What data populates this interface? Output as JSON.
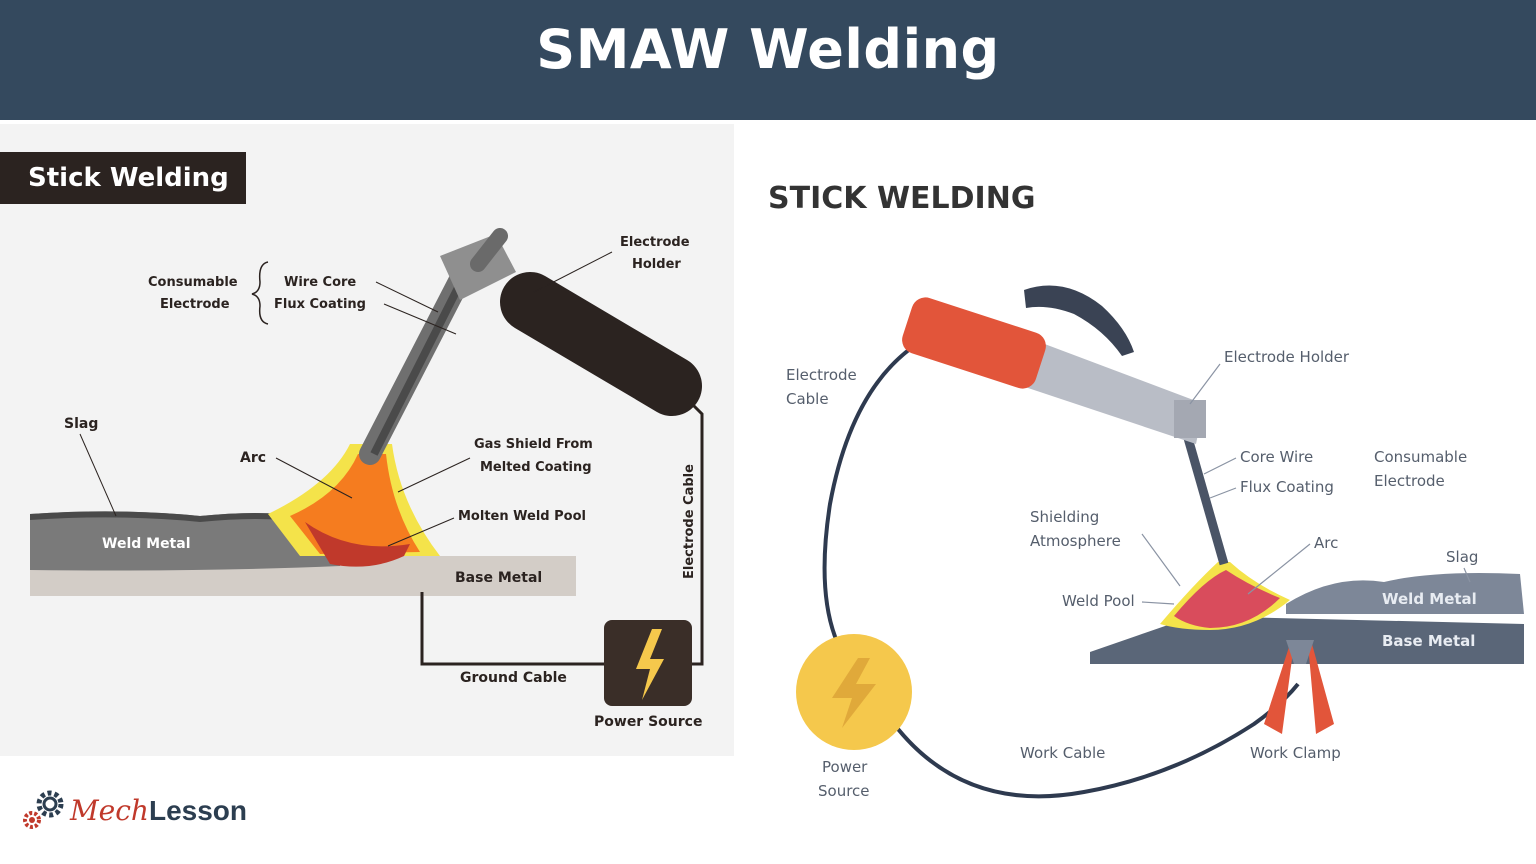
{
  "header": {
    "title": "SMAW Welding"
  },
  "left_diagram": {
    "title": "Stick Welding",
    "labels": {
      "consumable_electrode_line1": "Consumable",
      "consumable_electrode_line2": "Electrode",
      "wire_core": "Wire Core",
      "flux_coating": "Flux Coating",
      "electrode_holder_line1": "Electrode",
      "electrode_holder_line2": "Holder",
      "slag": "Slag",
      "arc": "Arc",
      "gas_shield_line1": "Gas Shield From",
      "gas_shield_line2": "Melted Coating",
      "molten_weld_pool": "Molten Weld Pool",
      "weld_metal": "Weld Metal",
      "base_metal": "Base Metal",
      "electrode_cable": "Electrode Cable",
      "ground_cable": "Ground Cable",
      "power_source": "Power Source"
    }
  },
  "right_diagram": {
    "title": "STICK WELDING",
    "labels": {
      "electrode_cable_line1": "Electrode",
      "electrode_cable_line2": "Cable",
      "electrode_holder": "Electrode Holder",
      "core_wire": "Core Wire",
      "flux_coating": "Flux Coating",
      "consumable_electrode_line1": "Consumable",
      "consumable_electrode_line2": "Electrode",
      "shielding_atmosphere_line1": "Shielding",
      "shielding_atmosphere_line2": "Atmosphere",
      "arc": "Arc",
      "slag": "Slag",
      "weld_pool": "Weld Pool",
      "weld_metal": "Weld Metal",
      "base_metal": "Base Metal",
      "power_source_line1": "Power",
      "power_source_line2": "Source",
      "work_cable": "Work Cable",
      "work_clamp": "Work Clamp"
    }
  },
  "logo": {
    "part1": "Mech",
    "part2": "Lesson"
  },
  "colors": {
    "header_bg": "#34495e",
    "arc_orange": "#f57c1f",
    "weld_red": "#c0392b",
    "handle_red": "#e2553a",
    "shield_yellow": "#f4e34a",
    "power_yellow": "#f5c84c"
  }
}
